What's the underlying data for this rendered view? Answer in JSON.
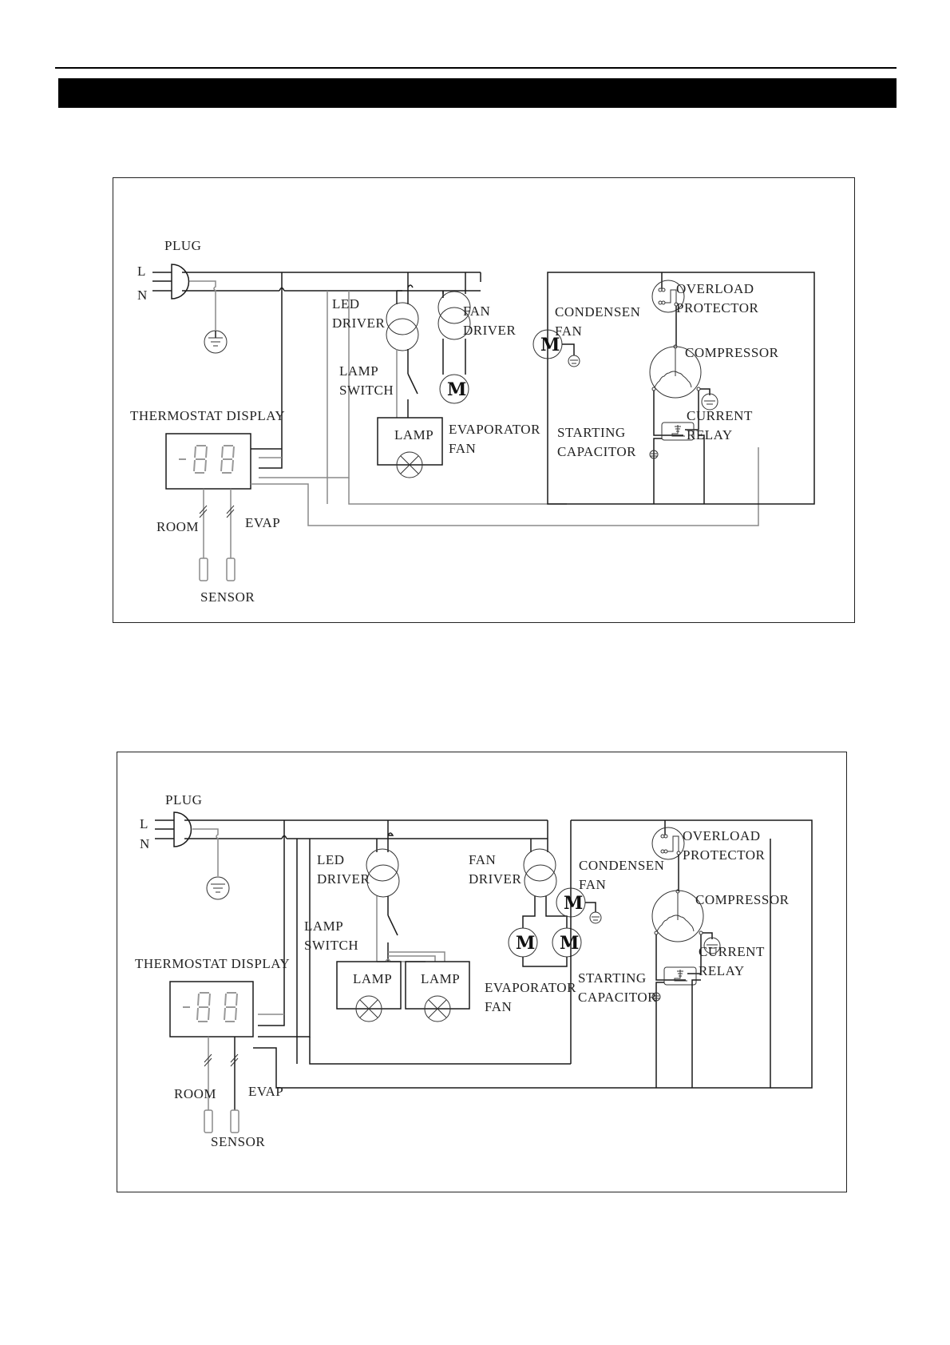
{
  "page": {
    "header_bar_text": ""
  },
  "diagrams": [
    {
      "id": "single-evaporator-fan-single-lamp",
      "labels": {
        "plug": "PLUG",
        "line": "L",
        "neutral": "N",
        "thermostat": "THERMOSTAT DISPLAY",
        "display_minus": "-",
        "room": "ROOM",
        "evap": "EVAP",
        "sensor": "SENSOR",
        "led_driver_1": "LED",
        "led_driver_2": "DRIVER",
        "fan_driver_1": "FAN",
        "fan_driver_2": "DRIVER",
        "lamp_switch_1": "LAMP",
        "lamp_switch_2": "SWITCH",
        "lamp": "LAMP",
        "evap_fan_1": "EVAPORATOR",
        "evap_fan_2": "FAN",
        "motor": "M",
        "condensen_fan_1": "CONDENSEN",
        "condensen_fan_2": "FAN",
        "overload_1": "OVERLOAD",
        "overload_2": "PROTECTOR",
        "compressor": "COMPRESSOR",
        "current_relay_1": "CURRENT",
        "current_relay_2": "RELAY",
        "starting_capacitor_1": "STARTING",
        "starting_capacitor_2": "CAPACITOR"
      }
    },
    {
      "id": "dual-evaporator-fan-dual-lamp",
      "labels": {
        "plug": "PLUG",
        "line": "L",
        "neutral": "N",
        "thermostat": "THERMOSTAT DISPLAY",
        "display_minus": "-",
        "room": "ROOM",
        "evap": "EVAP",
        "sensor": "SENSOR",
        "led_driver_1": "LED",
        "led_driver_2": "DRIVER",
        "fan_driver_1": "FAN",
        "fan_driver_2": "DRIVER",
        "lamp_switch_1": "LAMP",
        "lamp_switch_2": "SWITCH",
        "lamp_a": "LAMP",
        "lamp_b": "LAMP",
        "evap_fan_1": "EVAPORATOR",
        "evap_fan_2": "FAN",
        "motor": "M",
        "condensen_fan_1": "CONDENSEN",
        "condensen_fan_2": "FAN",
        "overload_1": "OVERLOAD",
        "overload_2": "PROTECTOR",
        "compressor": "COMPRESSOR",
        "current_relay_1": "CURRENT",
        "current_relay_2": "RELAY",
        "starting_capacitor_1": "STARTING",
        "starting_capacitor_2": "CAPACITOR"
      }
    }
  ]
}
